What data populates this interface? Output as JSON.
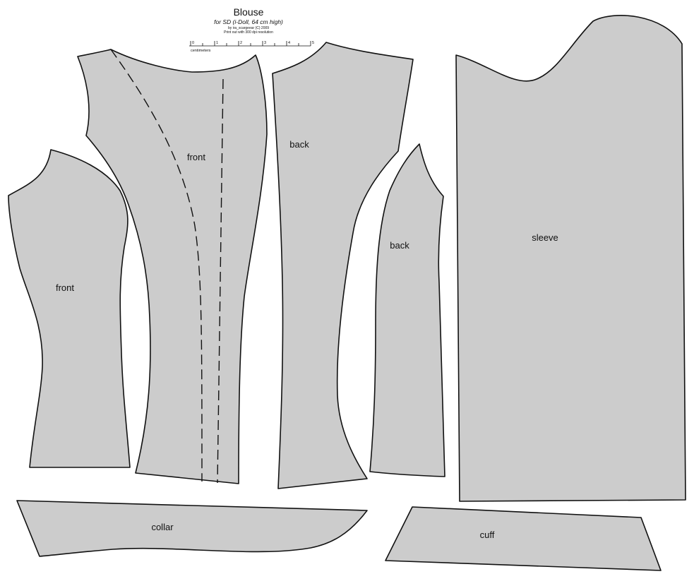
{
  "header": {
    "title": "Blouse",
    "subtitle": "for SD (i-Doll, 64 cm high)",
    "credit": "by ira_scargeear (C) 2009",
    "print_note": "Print out with 300 dpi resolution"
  },
  "ruler": {
    "unit_label": "centimeters",
    "tick_labels": [
      "0",
      "1",
      "2",
      "3",
      "4",
      "5"
    ]
  },
  "pieces": {
    "front_side": "front",
    "front_center": "front",
    "back_center": "back",
    "back_side": "back",
    "sleeve": "sleeve",
    "collar": "collar",
    "cuff": "cuff"
  },
  "colors": {
    "piece_fill": "#cccccc",
    "outline": "#111111",
    "background": "#ffffff"
  }
}
